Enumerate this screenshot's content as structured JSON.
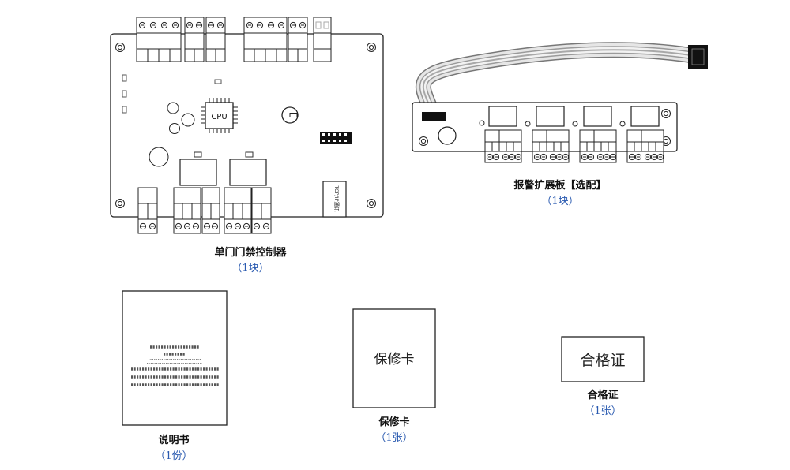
{
  "controller": {
    "cpu_label": "CPU",
    "net_label": "TCP/IP通讯",
    "caption": "单门门禁控制器",
    "qty": "（1块）"
  },
  "alarm_board": {
    "caption": "报警扩展板【选配】",
    "qty": "（1块）"
  },
  "manual": {
    "caption": "说明书",
    "qty": "（1份）"
  },
  "warranty": {
    "card_text": "保修卡",
    "caption": "保修卡",
    "qty": "（1张）"
  },
  "certificate": {
    "card_text": "合格证",
    "caption": "合格证",
    "qty": "（1张）"
  }
}
